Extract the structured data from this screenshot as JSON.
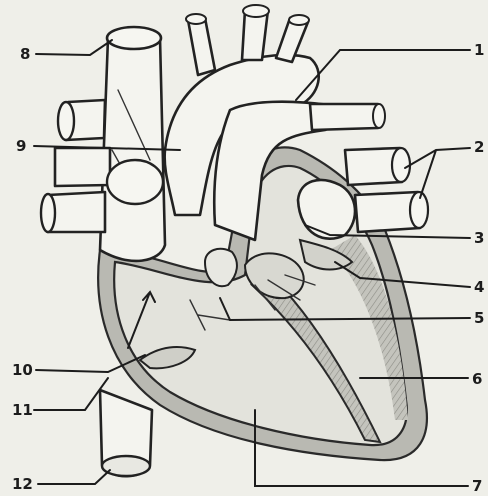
{
  "labels": [
    "1",
    "2",
    "3",
    "4",
    "5",
    "6",
    "7",
    "8",
    "9",
    "10",
    "11",
    "12"
  ],
  "colors": {
    "paper": "#efefe9",
    "ink": "#222222",
    "wall_shade": "#b9b9b2"
  }
}
